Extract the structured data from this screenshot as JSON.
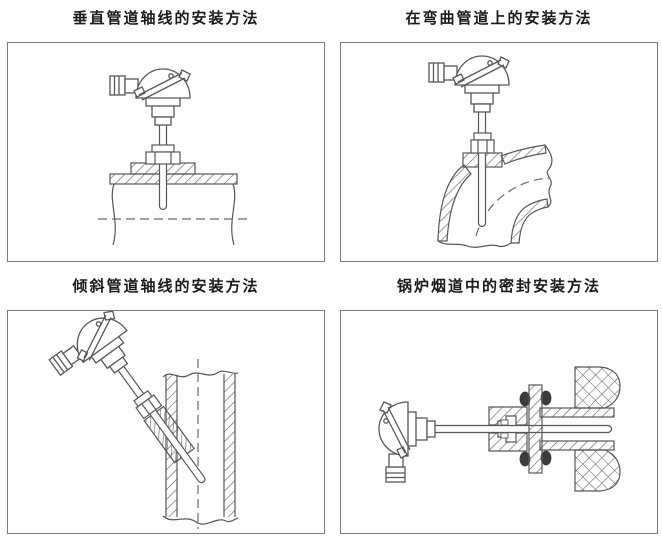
{
  "figure": {
    "panels": [
      {
        "id": "vertical",
        "title": "垂直管道轴线的安装方法"
      },
      {
        "id": "curved",
        "title": "在弯曲管道上的安装方法"
      },
      {
        "id": "inclined",
        "title": "倾斜管道轴线的安装方法"
      },
      {
        "id": "flue",
        "title": "锅炉烟道中的密封安装方法"
      }
    ],
    "colors": {
      "line": "#58585a",
      "hatch": "#66666a",
      "border": "#7a7a7a",
      "text": "#1b1b1b",
      "background": "#fdfdfd",
      "bolt": "#3c3c3e"
    }
  }
}
